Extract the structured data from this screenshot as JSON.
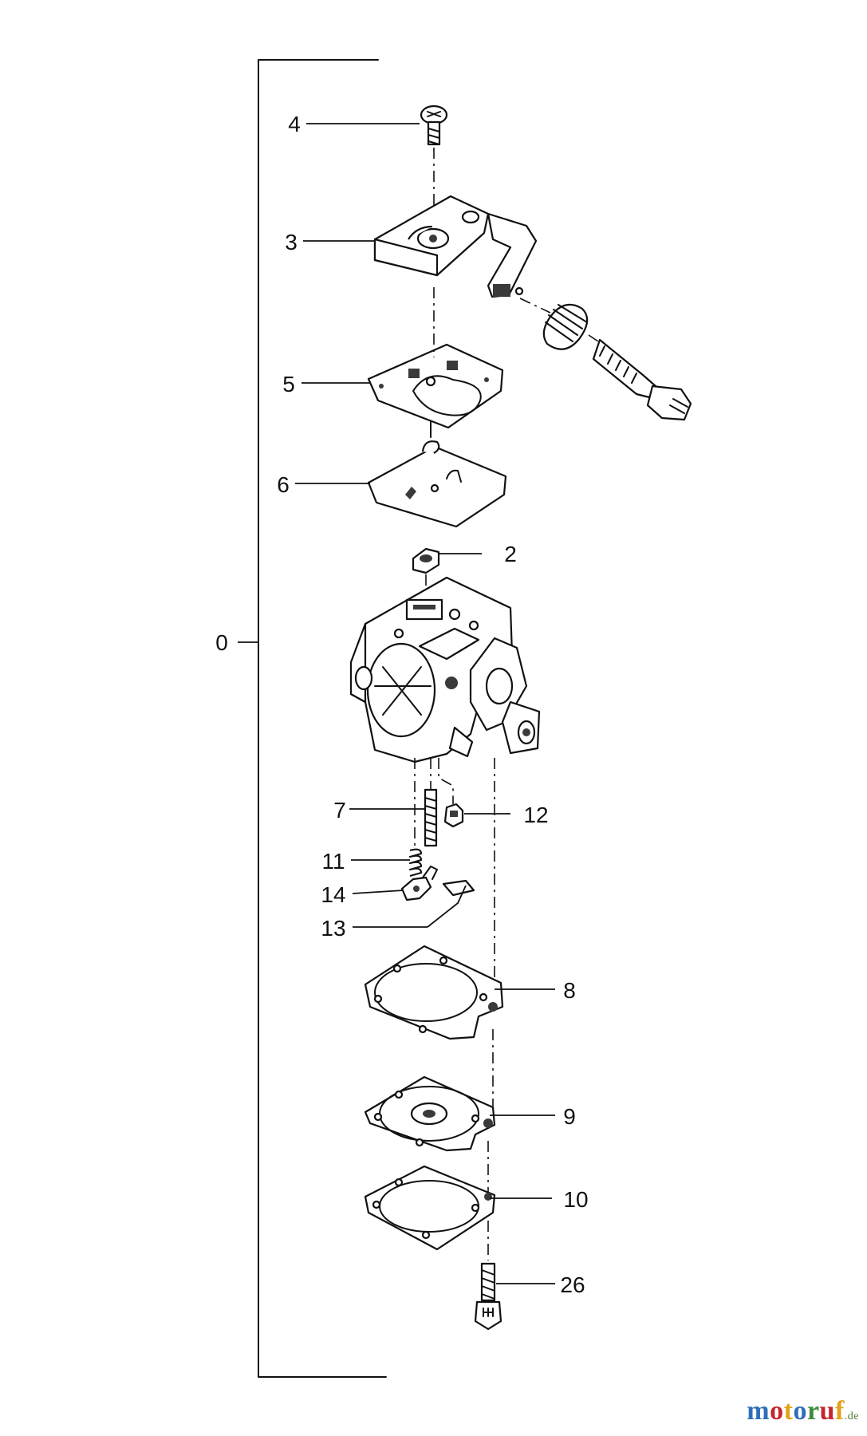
{
  "callouts": {
    "c0": "0",
    "c2": "2",
    "c3": "3",
    "c4": "4",
    "c5": "5",
    "c6": "6",
    "c7": "7",
    "c8": "8",
    "c9": "9",
    "c10": "10",
    "c11": "11",
    "c12": "12",
    "c13": "13",
    "c14": "14",
    "c26": "26"
  },
  "watermark": {
    "letters": [
      "m",
      "o",
      "t",
      "o",
      "r",
      "u",
      "f"
    ],
    "letter_colors": [
      "#2e6fb7",
      "#c4262e",
      "#e3a21a",
      "#2e6fb7",
      "#3d8b3d",
      "#c4262e",
      "#e3a21a"
    ],
    "suffix": ".de"
  }
}
